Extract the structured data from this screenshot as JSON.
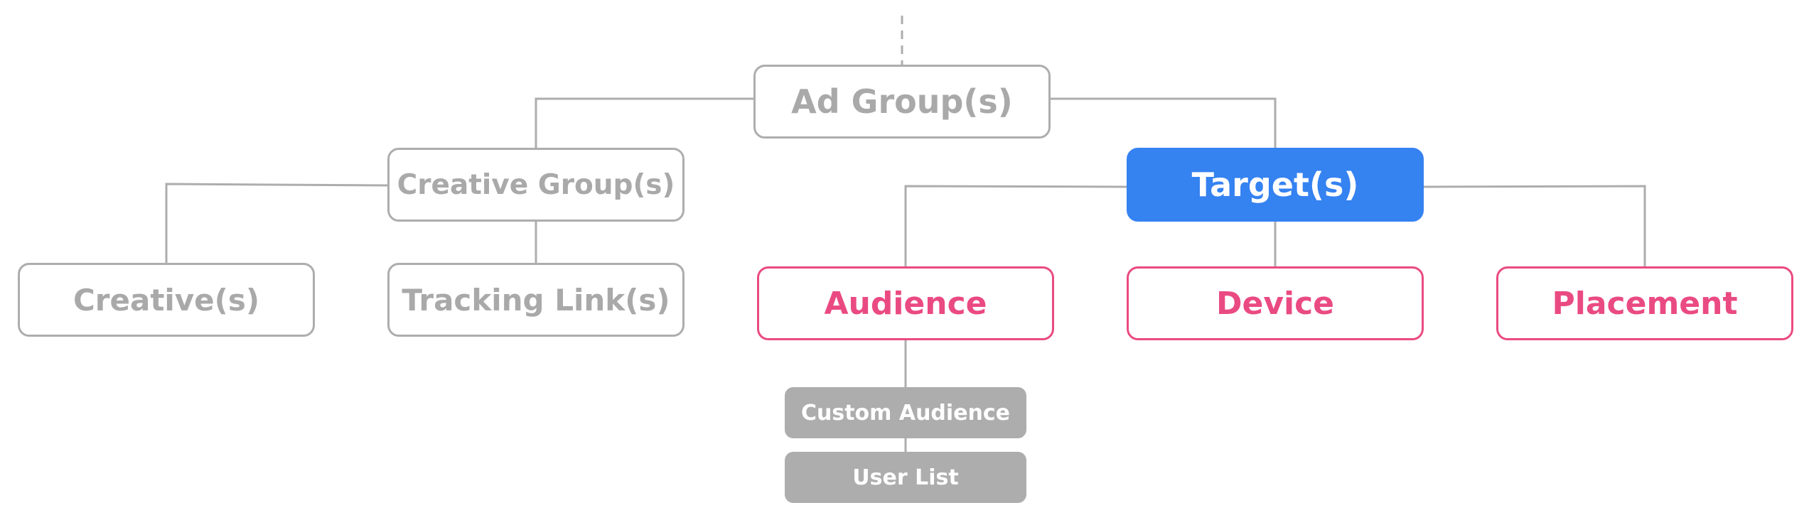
{
  "diagram": {
    "colors": {
      "line": "#adadad",
      "gray_text": "#a9a9a9",
      "target_fill": "#3582f1",
      "pink": "#ea4a82",
      "pill_fill": "#adadad"
    },
    "nodes": {
      "ad_group": "Ad Group(s)",
      "creative_group": "Creative Group(s)",
      "target": "Target(s)",
      "creative": "Creative(s)",
      "tracking_link": "Tracking Link(s)",
      "audience": "Audience",
      "device": "Device",
      "placement": "Placement",
      "custom_audience": "Custom Audience",
      "user_list": "User List"
    }
  }
}
